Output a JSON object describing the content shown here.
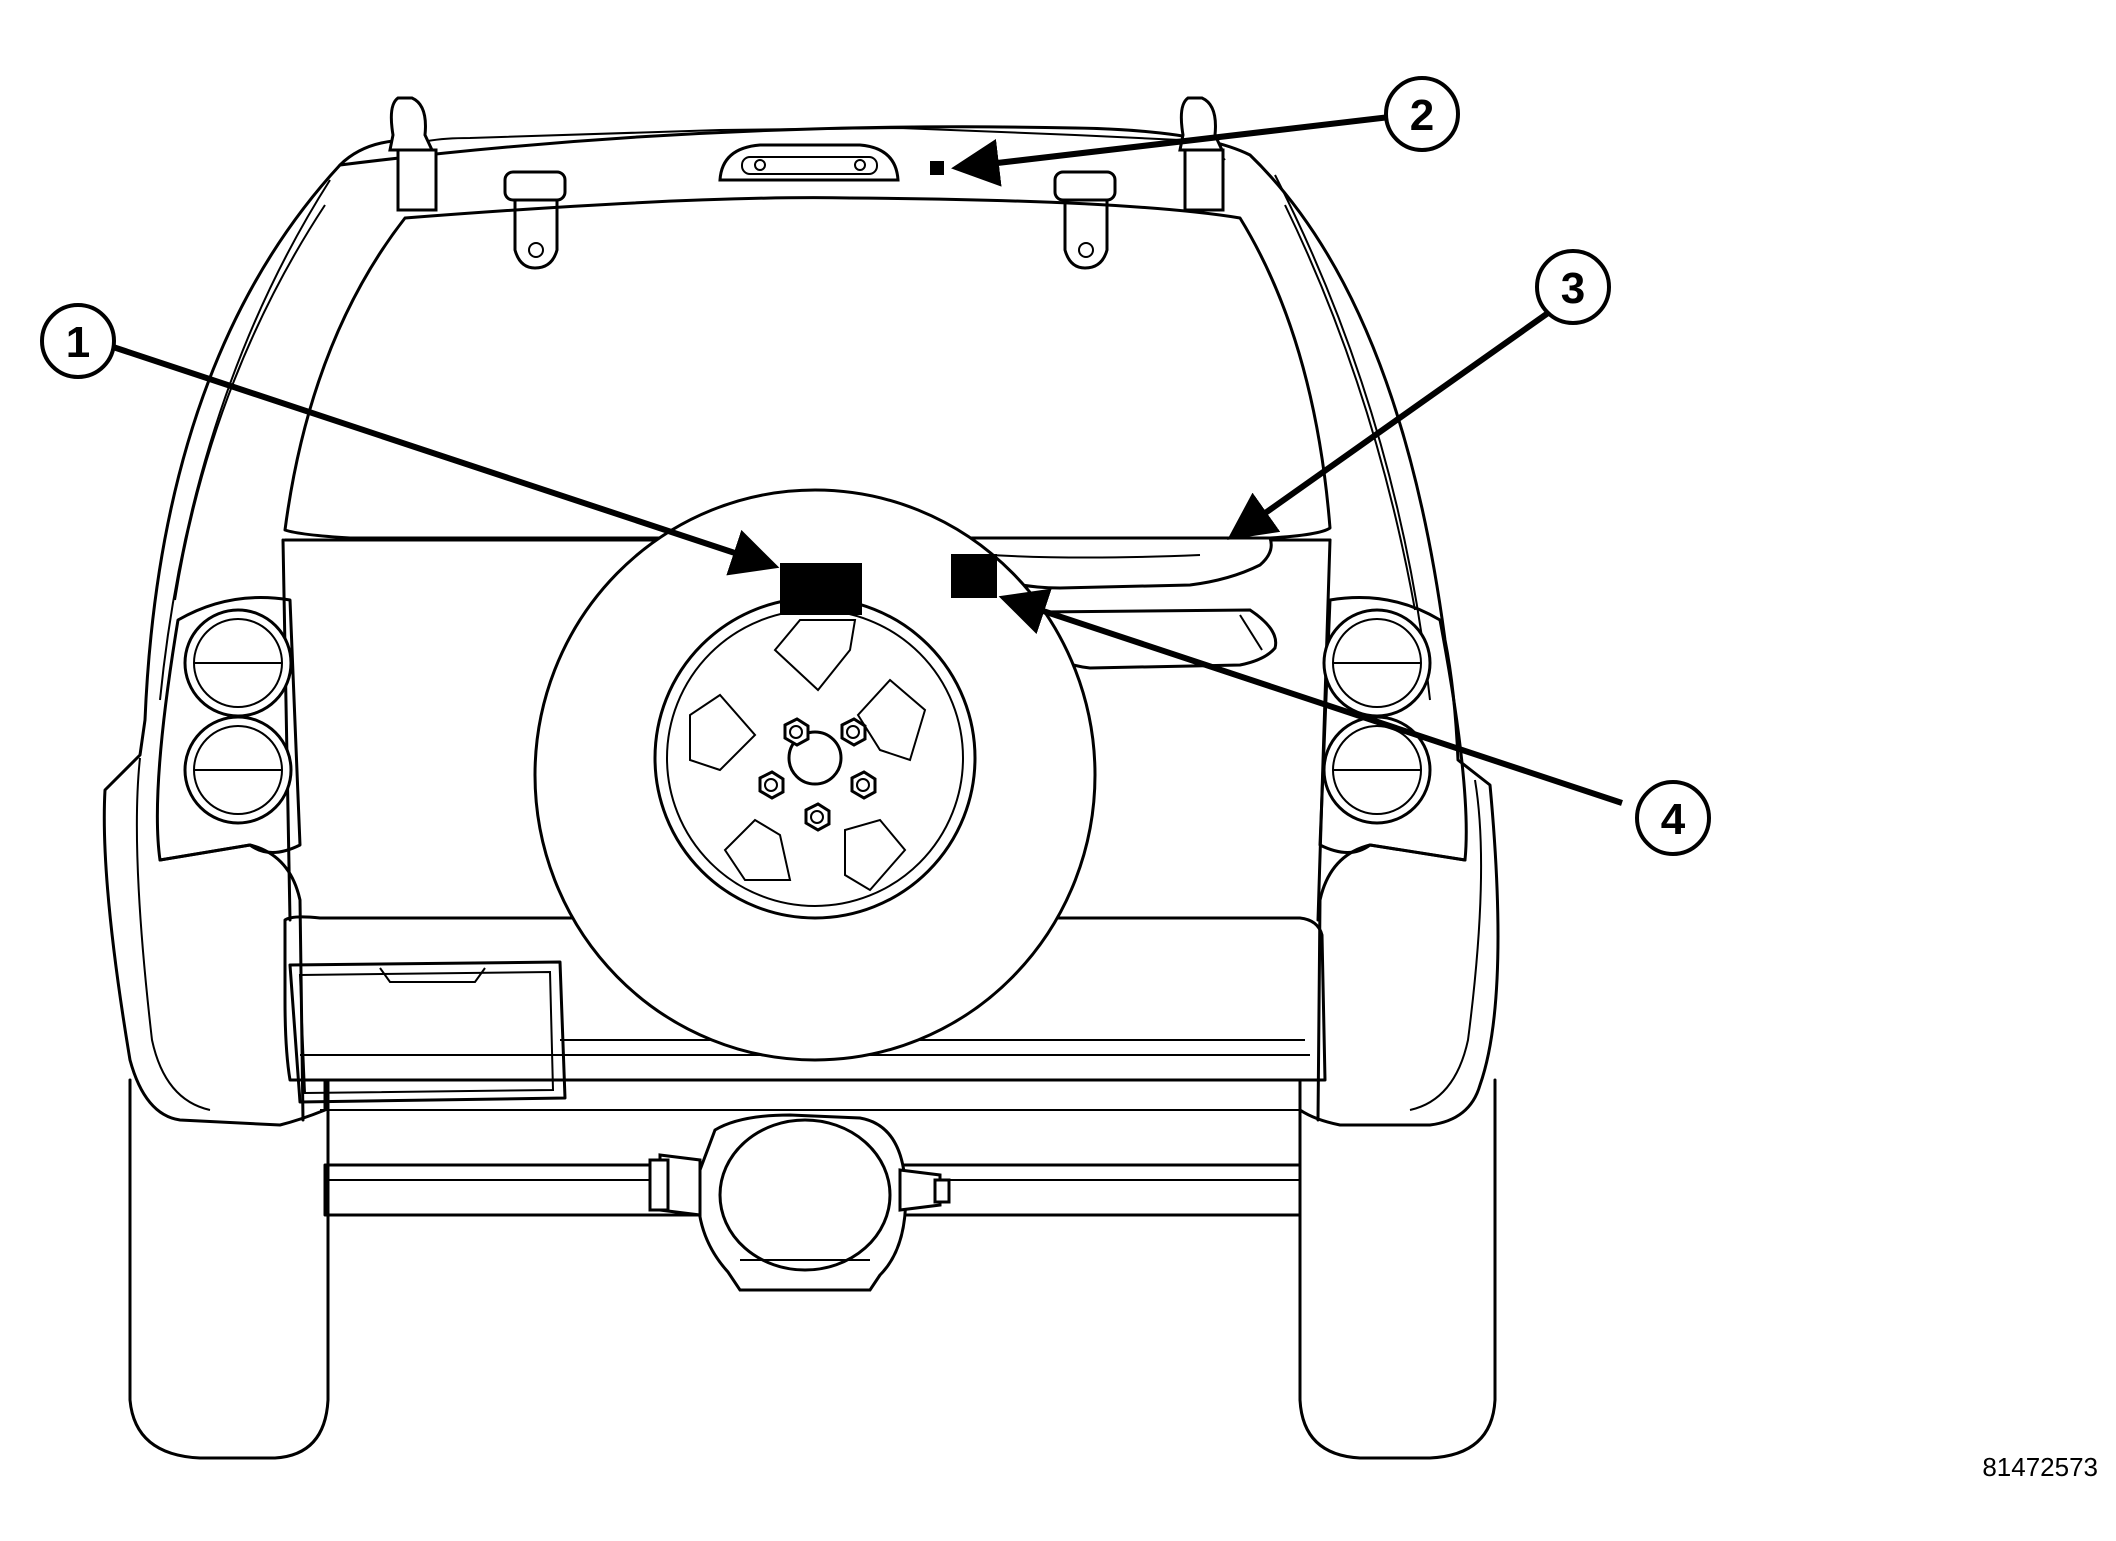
{
  "callouts": [
    {
      "id": "1",
      "label": "1"
    },
    {
      "id": "2",
      "label": "2"
    },
    {
      "id": "3",
      "label": "3"
    },
    {
      "id": "4",
      "label": "4"
    }
  ],
  "figure_id": "81472573",
  "colors": {
    "line": "#000000",
    "background": "#ffffff"
  }
}
